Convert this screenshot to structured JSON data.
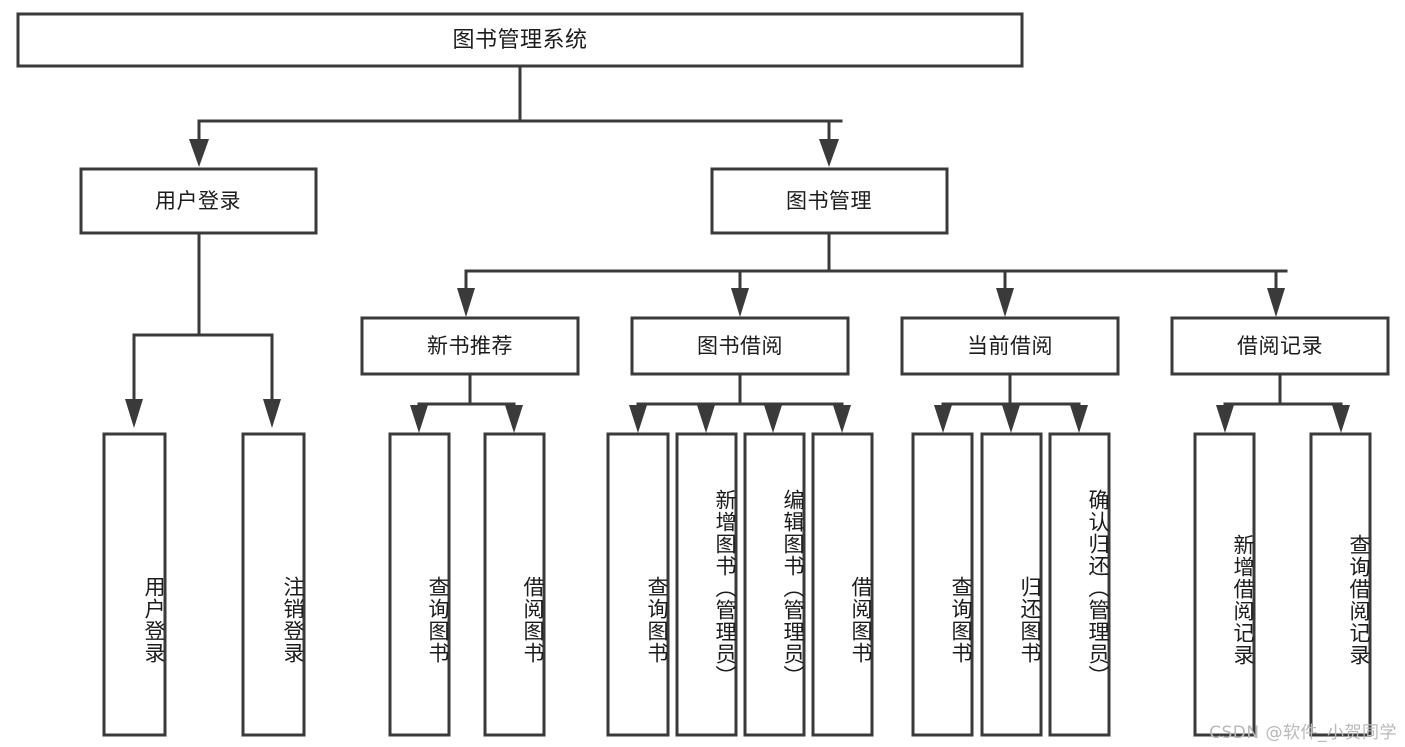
{
  "diagram": {
    "type": "tree-hierarchy",
    "title": "图书管理系统",
    "orientation": "top-down",
    "colors": {
      "box_stroke": "#3a3a3a",
      "box_fill": "#ffffff",
      "connector": "#3a3a3a",
      "text": "#1c1c1c",
      "background": "#ffffff",
      "watermark": "#b9b9b9"
    },
    "root": {
      "label": "图书管理系统"
    },
    "level2": [
      {
        "label": "用户登录"
      },
      {
        "label": "图书管理"
      }
    ],
    "level3": [
      {
        "label": "新书推荐"
      },
      {
        "label": "图书借阅"
      },
      {
        "label": "当前借阅"
      },
      {
        "label": "借阅记录"
      }
    ],
    "leaves": {
      "user_login": [
        {
          "label": "用户登录"
        },
        {
          "label": "注销登录"
        }
      ],
      "new_book_recommend": [
        {
          "label": "查询图书"
        },
        {
          "label": "借阅图书"
        }
      ],
      "book_borrow": [
        {
          "label": "查询图书"
        },
        {
          "label": "新增图书（管理员）"
        },
        {
          "label": "编辑图书（管理员）"
        },
        {
          "label": "借阅图书"
        }
      ],
      "current_borrow": [
        {
          "label": "查询图书"
        },
        {
          "label": "归还图书"
        },
        {
          "label": "确认归还（管理员）"
        }
      ],
      "borrow_record": [
        {
          "label": "新增借阅记录"
        },
        {
          "label": "查询借阅记录"
        }
      ]
    }
  },
  "watermark": {
    "text": "CSDN @软件_小贺同学"
  }
}
